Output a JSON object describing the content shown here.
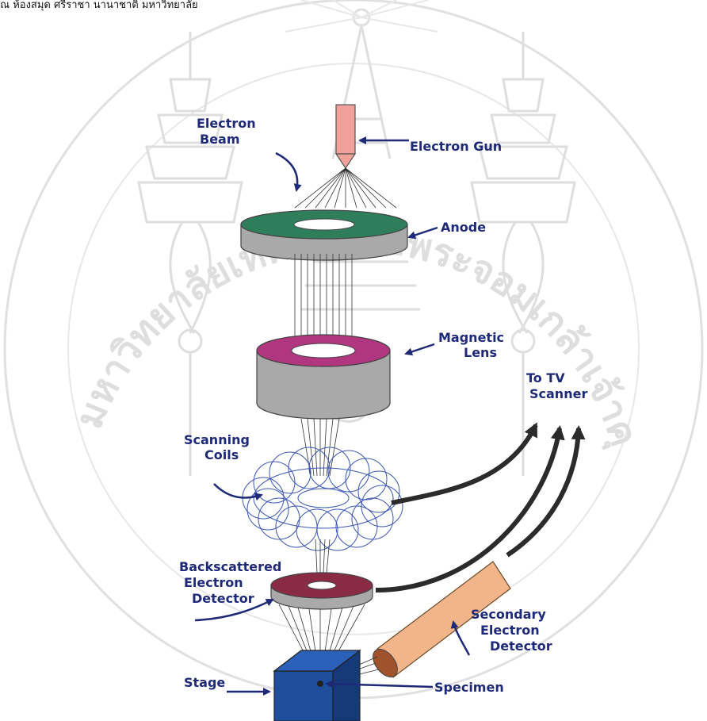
{
  "top_text": "ณ ห้องสมุด ศรีราชา นานาชาติ มหาวิทยาลัย",
  "labels": {
    "electron_gun": "Electron Gun",
    "electron_beam_1": "Electron",
    "electron_beam_2": "Beam",
    "anode": "Anode",
    "magnetic_lens_1": "Magnetic",
    "magnetic_lens_2": "Lens",
    "to_tv_1": "To TV",
    "to_tv_2": "Scanner",
    "scanning_coils_1": "Scanning",
    "scanning_coils_2": "Coils",
    "backscattered_1": "Backscattered",
    "backscattered_2": "Electron",
    "backscattered_3": "Detector",
    "secondary_1": "Secondary",
    "secondary_2": "Electron",
    "secondary_3": "Detector",
    "stage": "Stage",
    "specimen": "Specimen"
  },
  "colors": {
    "label_blue": "#1e2a78",
    "gun_pink": "#f0a29a",
    "anode_green": "#2e7d5b",
    "lens_magenta": "#b0367f",
    "ring_gray": "#a9a9a9",
    "detector_maroon": "#8a2b45",
    "stage_blue": "#1f4e9c",
    "coil_blue": "#3a57b8",
    "secondary_peach": "#f2b58a",
    "watermark_gray": "#c8c8c8"
  }
}
